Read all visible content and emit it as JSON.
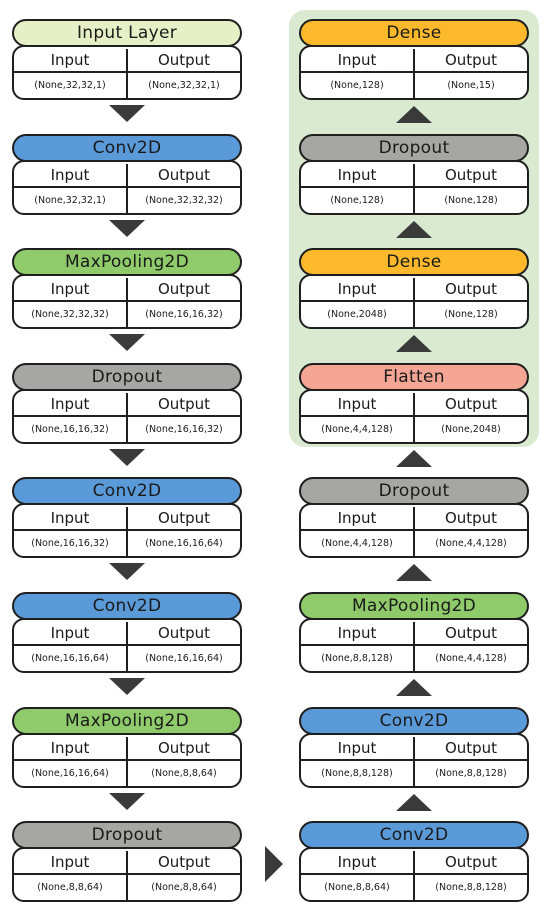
{
  "labels": {
    "input": "Input",
    "output": "Output"
  },
  "colors": {
    "input_layer": "#e6f0c6",
    "conv2d": "#5b9ad8",
    "maxpooling2d": "#8fcb6b",
    "dropout": "#a6a6a4",
    "flatten": "#f4a594",
    "dense": "#fbb92b",
    "highlight": "#d9ead0"
  },
  "left_column": [
    {
      "name": "Input Layer",
      "input": "(None,32,32,1)",
      "output": "(None,32,32,1)",
      "color": "#e6f0c6"
    },
    {
      "name": "Conv2D",
      "input": "(None,32,32,1)",
      "output": "(None,32,32,32)",
      "color": "#5b9ad8"
    },
    {
      "name": "MaxPooling2D",
      "input": "(None,32,32,32)",
      "output": "(None,16,16,32)",
      "color": "#8fcb6b"
    },
    {
      "name": "Dropout",
      "input": "(None,16,16,32)",
      "output": "(None,16,16,32)",
      "color": "#a6a6a4"
    },
    {
      "name": "Conv2D",
      "input": "(None,16,16,32)",
      "output": "(None,16,16,64)",
      "color": "#5b9ad8"
    },
    {
      "name": "Conv2D",
      "input": "(None,16,16,64)",
      "output": "(None,16,16,64)",
      "color": "#5b9ad8"
    },
    {
      "name": "MaxPooling2D",
      "input": "(None,16,16,64)",
      "output": "(None,8,8,64)",
      "color": "#8fcb6b"
    },
    {
      "name": "Dropout",
      "input": "(None,8,8,64)",
      "output": "(None,8,8,64)",
      "color": "#a6a6a4"
    }
  ],
  "right_column": [
    {
      "name": "Dense",
      "input": "(None,128)",
      "output": "(None,15)",
      "color": "#fbb92b"
    },
    {
      "name": "Dropout",
      "input": "(None,128)",
      "output": "(None,128)",
      "color": "#a6a6a4"
    },
    {
      "name": "Dense",
      "input": "(None,2048)",
      "output": "(None,128)",
      "color": "#fbb92b"
    },
    {
      "name": "Flatten",
      "input": "(None,4,4,128)",
      "output": "(None,2048)",
      "color": "#f4a594"
    },
    {
      "name": "Dropout",
      "input": "(None,4,4,128)",
      "output": "(None,4,4,128)",
      "color": "#a6a6a4"
    },
    {
      "name": "MaxPooling2D",
      "input": "(None,8,8,128)",
      "output": "(None,4,4,128)",
      "color": "#8fcb6b"
    },
    {
      "name": "Conv2D",
      "input": "(None,8,8,128)",
      "output": "(None,8,8,128)",
      "color": "#5b9ad8"
    },
    {
      "name": "Conv2D",
      "input": "(None,8,8,64)",
      "output": "(None,8,8,128)",
      "color": "#5b9ad8"
    }
  ]
}
